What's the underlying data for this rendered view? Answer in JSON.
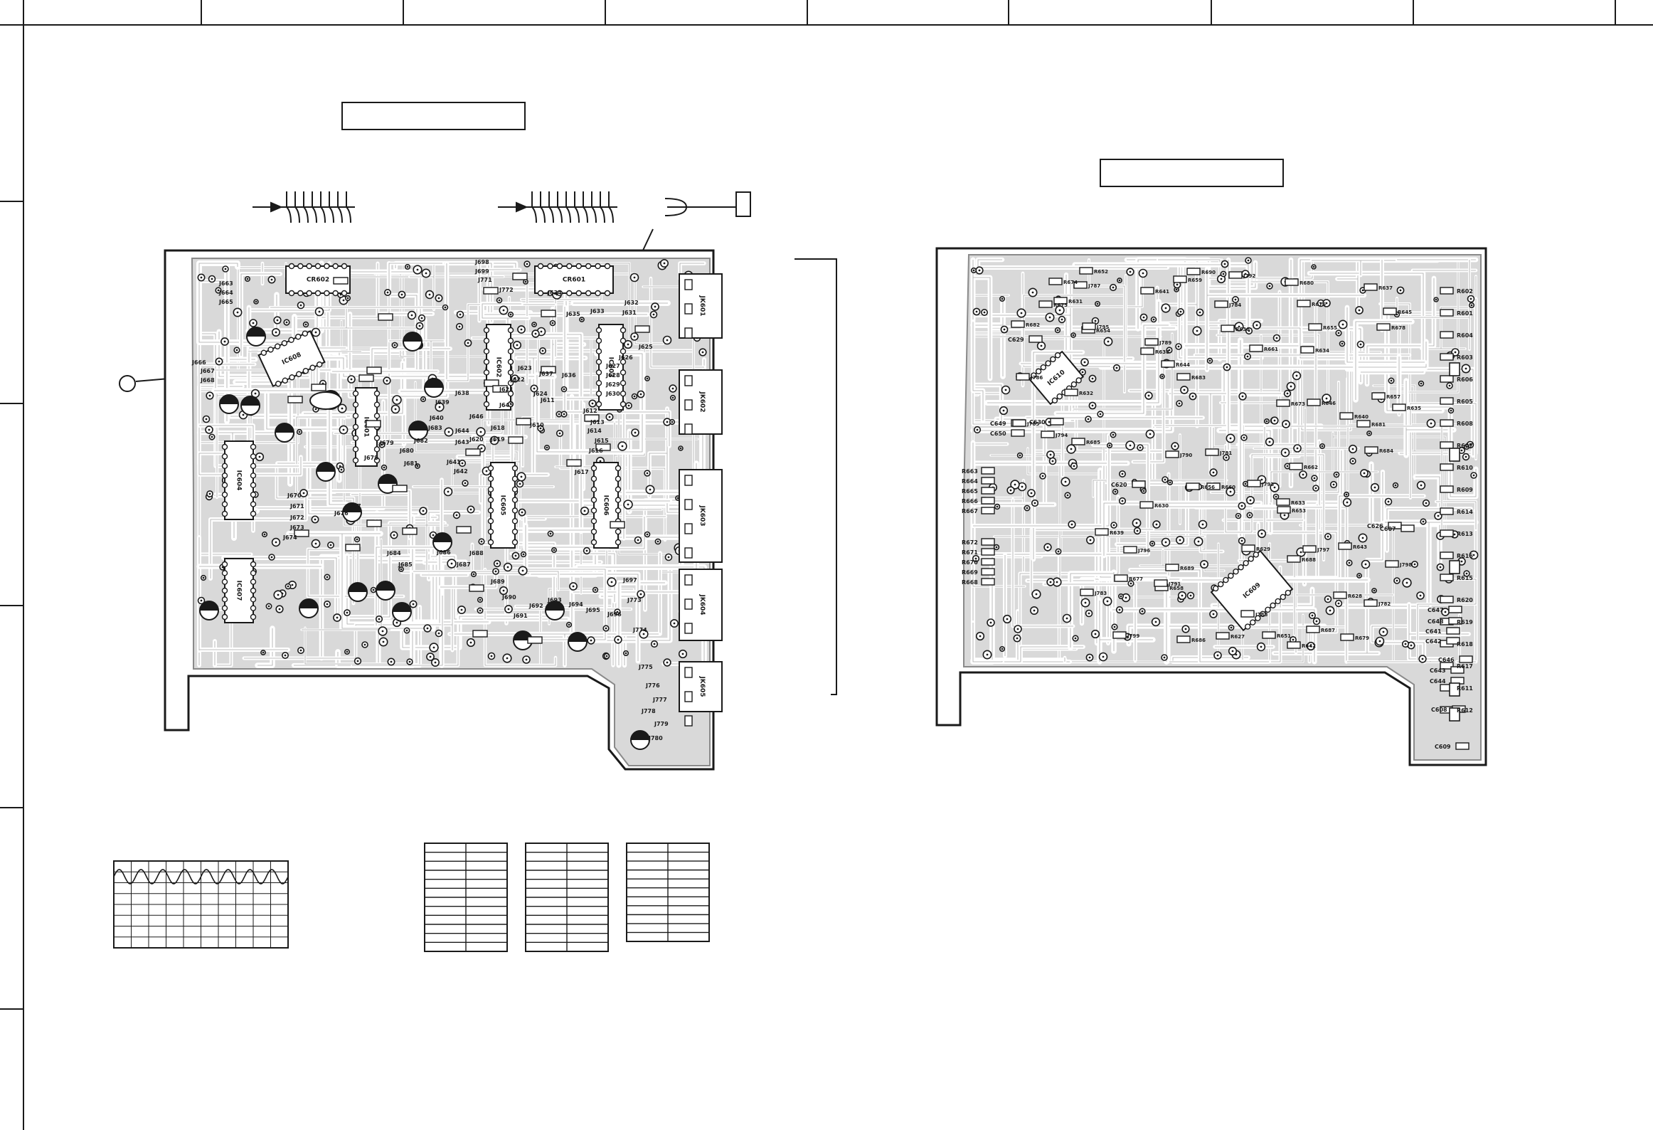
{
  "sheet": {
    "title": "",
    "top_box_left_label": "",
    "top_box_right_label": ""
  },
  "left_board": {
    "parts": [
      {
        "ref": "CR602",
        "kind": "ic-wide"
      },
      {
        "ref": "CR601",
        "kind": "ic-wide"
      },
      {
        "ref": "IC601",
        "kind": "ic-tall"
      },
      {
        "ref": "IC602",
        "kind": "ic-tall"
      },
      {
        "ref": "IC603",
        "kind": "ic-tall"
      },
      {
        "ref": "IC604",
        "kind": "ic-tall"
      },
      {
        "ref": "IC605",
        "kind": "ic-tall"
      },
      {
        "ref": "IC606",
        "kind": "ic-tall"
      },
      {
        "ref": "IC607",
        "kind": "ic-tall"
      },
      {
        "ref": "IC608",
        "kind": "ic-tall"
      }
    ],
    "connectors": [
      "JK601",
      "JK602",
      "JK603",
      "JK604",
      "JK605"
    ],
    "jumpers": [
      "J663",
      "J664",
      "J665",
      "J666",
      "J667",
      "J668",
      "J698",
      "J699",
      "J771",
      "J772",
      "J625",
      "J626",
      "J627",
      "J628",
      "J629",
      "J630",
      "J631",
      "J632",
      "J633",
      "J634",
      "J635",
      "J636",
      "J637",
      "J638",
      "J639",
      "J640",
      "J641",
      "J642",
      "J643",
      "J644",
      "J645",
      "J646",
      "J610",
      "J611",
      "J612",
      "J613",
      "J614",
      "J615",
      "J616",
      "J617",
      "J618",
      "J619",
      "J620",
      "J621",
      "J622",
      "J623",
      "J624",
      "J670",
      "J671",
      "J672",
      "J673",
      "J674",
      "J676",
      "J677",
      "J678",
      "J679",
      "J680",
      "J681",
      "J682",
      "J683",
      "J684",
      "J685",
      "J686",
      "J687",
      "J688",
      "J689",
      "J690",
      "J691",
      "J692",
      "J693",
      "J694",
      "J695",
      "J696",
      "J697",
      "J773",
      "J774",
      "J775",
      "J776",
      "J777",
      "J778",
      "J779",
      "J780"
    ]
  },
  "right_board": {
    "parts": [
      {
        "ref": "IC609",
        "kind": "ic-diag"
      },
      {
        "ref": "IC610",
        "kind": "ic-small"
      }
    ],
    "resistors_left_col": [
      "R663",
      "R664",
      "R665",
      "R666",
      "R667",
      "R672",
      "R671",
      "R670",
      "R669",
      "R668"
    ],
    "resistors_right_col": [
      "R602",
      "R601",
      "R604",
      "R603",
      "R606",
      "R605",
      "R608",
      "R607",
      "R610",
      "R609",
      "R614",
      "R613",
      "R616",
      "R615",
      "R620",
      "R619",
      "R618",
      "R617",
      "R611",
      "R612"
    ],
    "caps": [
      "C629",
      "C630",
      "C649",
      "C650",
      "C620",
      "C626",
      "C607",
      "C646",
      "C647",
      "C648",
      "C641",
      "C642",
      "C643",
      "C644",
      "C608",
      "C609"
    ],
    "misc": [
      "R627",
      "R628",
      "R629",
      "R630",
      "R631",
      "R632",
      "R633",
      "R634",
      "R635",
      "R636",
      "R637",
      "R638",
      "R639",
      "R640",
      "R641",
      "R642",
      "R643",
      "R644",
      "R645",
      "R646",
      "R651",
      "R652",
      "R653",
      "R654",
      "R655",
      "R656",
      "R657",
      "R658",
      "R659",
      "R660",
      "R661",
      "R662",
      "R673",
      "R674",
      "R675",
      "R676",
      "R677",
      "R678",
      "R679",
      "R680",
      "R681",
      "R682",
      "R683",
      "R684",
      "R685",
      "R686",
      "R687",
      "R688",
      "R689",
      "R690",
      "J781",
      "J782",
      "J783",
      "J784",
      "J785",
      "J786",
      "J787",
      "J788",
      "J789",
      "J790",
      "J791",
      "J792",
      "J793",
      "J794",
      "J795",
      "J796",
      "J797",
      "J798",
      "J799"
    ]
  },
  "legend_tables": {
    "table_a": {
      "columns": 2,
      "rows": 12
    },
    "table_b": {
      "columns": 2,
      "rows": 12
    },
    "table_c": {
      "columns": 2,
      "rows": 11
    }
  },
  "waveform": {
    "cycles": 8,
    "grid_cols": 10,
    "grid_rows": 8
  },
  "colors": {
    "ink": "#1a1a1a",
    "board_fill": "#dcdcdc",
    "trace": "#ffffff",
    "copper": "#a9a9a9",
    "paper": "#ffffff"
  }
}
